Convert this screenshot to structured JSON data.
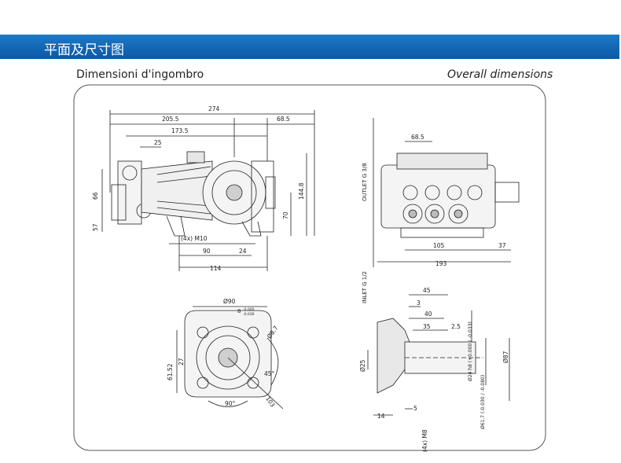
{
  "banner": {
    "title": "平面及尺寸图"
  },
  "headings": {
    "left": "Dimensioni d'ingombro",
    "right": "Overall dimensions"
  },
  "side_view": {
    "dims": [
      "274",
      "205.5",
      "68.5",
      "173.5",
      "25",
      "66",
      "57",
      "70",
      "144.8",
      "(4x) M10",
      "90",
      "24",
      "114"
    ]
  },
  "front_view": {
    "dims": [
      "68.5",
      "OUTLET G 3/8",
      "INLET G 1/2",
      "105",
      "37",
      "193"
    ]
  },
  "flange_view": {
    "dims": [
      "Ø90",
      "Ø8.7",
      "61.52",
      "27",
      "45°",
      "90°",
      "103"
    ],
    "tolerance": [
      "8",
      "-0.000",
      "-0.036"
    ]
  },
  "shaft_view": {
    "dims": [
      "45",
      "3",
      "40",
      "35",
      "2.5",
      "Ø24 h8 (+0.000 / -0.033)",
      "Ø25",
      "Ø61.7 (-0.030 / -0.080)",
      "Ø87",
      "14",
      "5",
      "(4x) M8"
    ]
  }
}
